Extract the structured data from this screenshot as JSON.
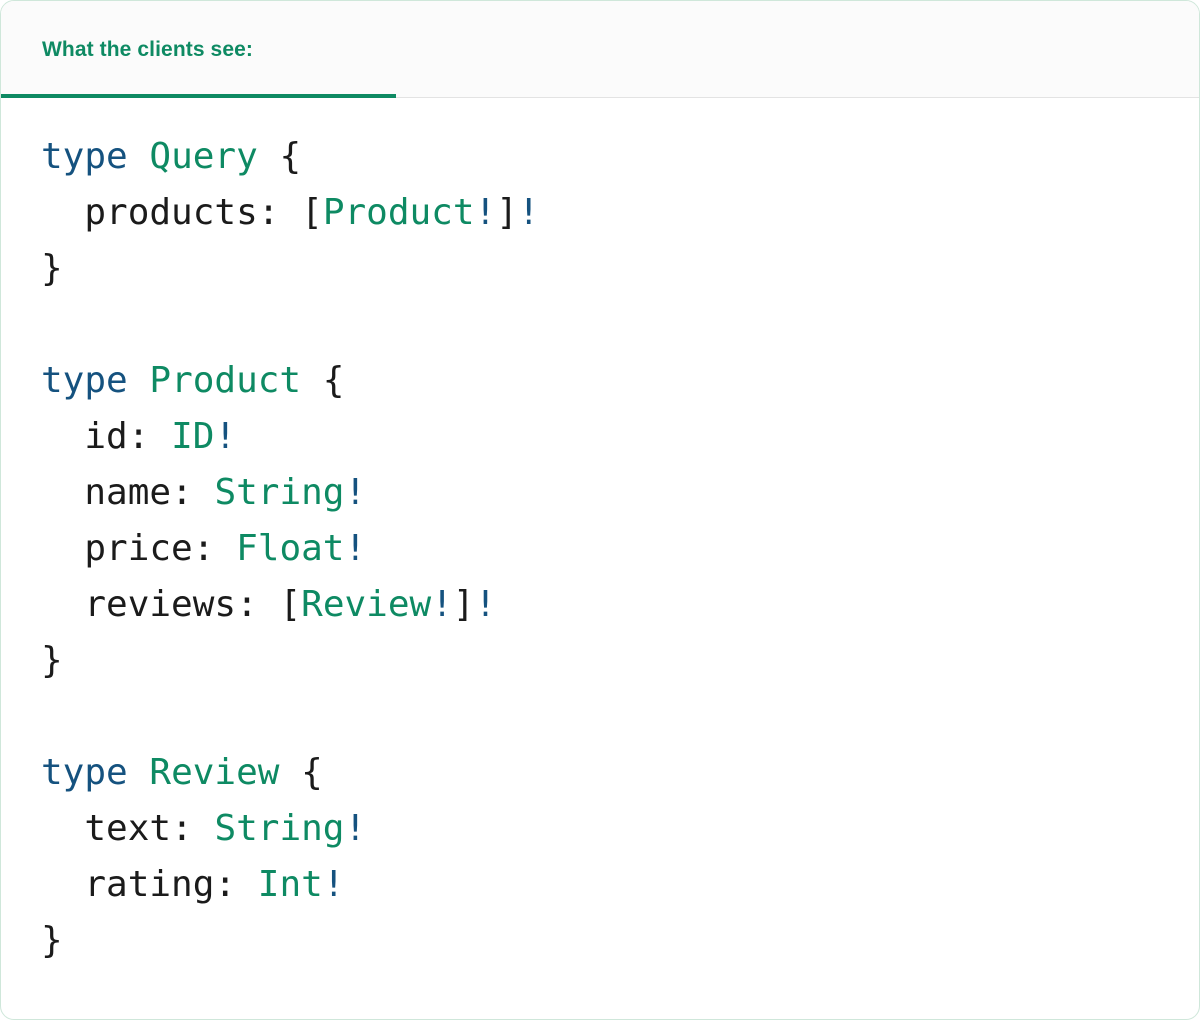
{
  "card": {
    "accent_color": "#0e8a63",
    "keyword_color": "#15527f",
    "text_color": "#1b1b1b",
    "border_color": "#cfe7da",
    "header_bg": "#fbfbfb",
    "body_bg": "#ffffff"
  },
  "header": {
    "title": "What the clients see:"
  },
  "code": {
    "language": "graphql",
    "lines": [
      {
        "indent": 0,
        "tokens": [
          {
            "t": "kw",
            "v": "type"
          },
          {
            "t": "sp",
            "v": " "
          },
          {
            "t": "type",
            "v": "Query"
          },
          {
            "t": "sp",
            "v": " "
          },
          {
            "t": "punct",
            "v": "{"
          }
        ]
      },
      {
        "indent": 2,
        "tokens": [
          {
            "t": "field",
            "v": "products"
          },
          {
            "t": "punct",
            "v": ":"
          },
          {
            "t": "sp",
            "v": " "
          },
          {
            "t": "punct",
            "v": "["
          },
          {
            "t": "type",
            "v": "Product"
          },
          {
            "t": "bang",
            "v": "!"
          },
          {
            "t": "punct",
            "v": "]"
          },
          {
            "t": "bang",
            "v": "!"
          }
        ]
      },
      {
        "indent": 0,
        "tokens": [
          {
            "t": "punct",
            "v": "}"
          }
        ]
      },
      {
        "indent": 0,
        "tokens": []
      },
      {
        "indent": 0,
        "tokens": [
          {
            "t": "kw",
            "v": "type"
          },
          {
            "t": "sp",
            "v": " "
          },
          {
            "t": "type",
            "v": "Product"
          },
          {
            "t": "sp",
            "v": " "
          },
          {
            "t": "punct",
            "v": "{"
          }
        ]
      },
      {
        "indent": 2,
        "tokens": [
          {
            "t": "field",
            "v": "id"
          },
          {
            "t": "punct",
            "v": ":"
          },
          {
            "t": "sp",
            "v": " "
          },
          {
            "t": "type",
            "v": "ID"
          },
          {
            "t": "bang",
            "v": "!"
          }
        ]
      },
      {
        "indent": 2,
        "tokens": [
          {
            "t": "field",
            "v": "name"
          },
          {
            "t": "punct",
            "v": ":"
          },
          {
            "t": "sp",
            "v": " "
          },
          {
            "t": "type",
            "v": "String"
          },
          {
            "t": "bang",
            "v": "!"
          }
        ]
      },
      {
        "indent": 2,
        "tokens": [
          {
            "t": "field",
            "v": "price"
          },
          {
            "t": "punct",
            "v": ":"
          },
          {
            "t": "sp",
            "v": " "
          },
          {
            "t": "type",
            "v": "Float"
          },
          {
            "t": "bang",
            "v": "!"
          }
        ]
      },
      {
        "indent": 2,
        "tokens": [
          {
            "t": "field",
            "v": "reviews"
          },
          {
            "t": "punct",
            "v": ":"
          },
          {
            "t": "sp",
            "v": " "
          },
          {
            "t": "punct",
            "v": "["
          },
          {
            "t": "type",
            "v": "Review"
          },
          {
            "t": "bang",
            "v": "!"
          },
          {
            "t": "punct",
            "v": "]"
          },
          {
            "t": "bang",
            "v": "!"
          }
        ]
      },
      {
        "indent": 0,
        "tokens": [
          {
            "t": "punct",
            "v": "}"
          }
        ]
      },
      {
        "indent": 0,
        "tokens": []
      },
      {
        "indent": 0,
        "tokens": [
          {
            "t": "kw",
            "v": "type"
          },
          {
            "t": "sp",
            "v": " "
          },
          {
            "t": "type",
            "v": "Review"
          },
          {
            "t": "sp",
            "v": " "
          },
          {
            "t": "punct",
            "v": "{"
          }
        ]
      },
      {
        "indent": 2,
        "tokens": [
          {
            "t": "field",
            "v": "text"
          },
          {
            "t": "punct",
            "v": ":"
          },
          {
            "t": "sp",
            "v": " "
          },
          {
            "t": "type",
            "v": "String"
          },
          {
            "t": "bang",
            "v": "!"
          }
        ]
      },
      {
        "indent": 2,
        "tokens": [
          {
            "t": "field",
            "v": "rating"
          },
          {
            "t": "punct",
            "v": ":"
          },
          {
            "t": "sp",
            "v": " "
          },
          {
            "t": "type",
            "v": "Int"
          },
          {
            "t": "bang",
            "v": "!"
          }
        ]
      },
      {
        "indent": 0,
        "tokens": [
          {
            "t": "punct",
            "v": "}"
          }
        ]
      }
    ]
  }
}
